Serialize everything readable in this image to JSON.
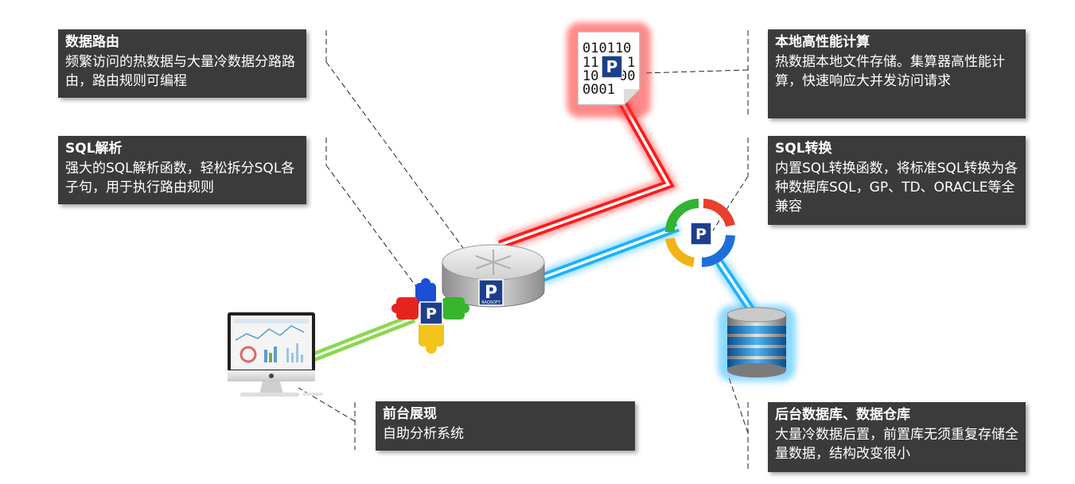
{
  "callouts": {
    "routing": {
      "title": "数据路由",
      "text": "频繁访问的热数据与大量冷数据分路路由，路由规则可编程"
    },
    "sql_parse": {
      "title": "SQL解析",
      "text": "强大的SQL解析函数，轻松拆分SQL各子句，用于执行路由规则"
    },
    "local_compute": {
      "title": "本地高性能计算",
      "text": "热数据本地文件存储。集算器高性能计算，快速响应大并发访问请求"
    },
    "sql_convert": {
      "title": "SQL转换",
      "text": "内置SQL转换函数，将标准SQL转换为各种数据库SQL，GP、TD、ORACLE等全兼容"
    },
    "frontend": {
      "title": "前台展现",
      "text": "自助分析系统"
    },
    "backend": {
      "title": "后台数据库、数据仓库",
      "text": "大量冷数据后置，前置库无须重复存储全量数据，结构改变很小"
    }
  },
  "icons": {
    "file": {
      "name": "binary-file-icon",
      "lines": [
        "010110",
        "11",
        "1",
        "10",
        "00",
        "0001"
      ]
    },
    "brand_letter": "P",
    "brand_text": "RAQSOFT"
  },
  "colors": {
    "hot_link": "#ff1a1a",
    "cold_link": "#1ab2ff",
    "front_link": "#7ed43a",
    "callout_bg": "#3b3b3b"
  }
}
